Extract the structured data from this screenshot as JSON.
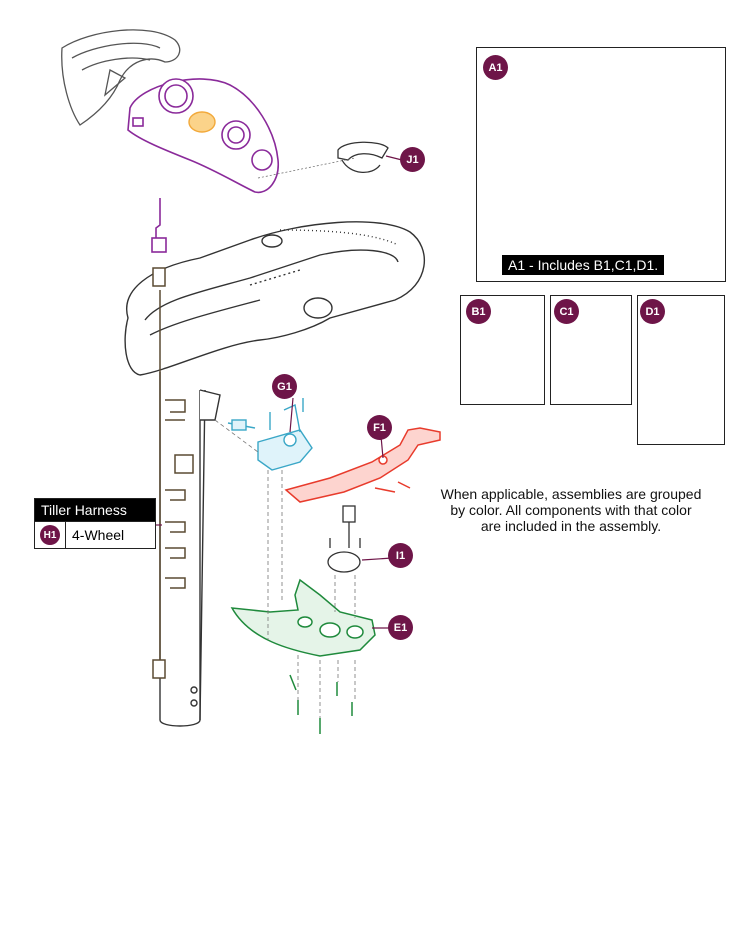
{
  "callouts": {
    "a1": "A1",
    "b1": "B1",
    "c1": "C1",
    "d1": "D1",
    "e1": "E1",
    "f1": "F1",
    "g1": "G1",
    "h1": "H1",
    "i1": "I1",
    "j1": "J1"
  },
  "a1_caption": "A1 - Includes B1,C1,D1.",
  "note_lines": [
    "When applicable, assemblies are grouped",
    "by color. All components with that color",
    "are included in the assembly."
  ],
  "harness_table": {
    "title": "Tiller Harness",
    "rows": [
      {
        "badge": "H1",
        "value": "4-Wheel"
      }
    ]
  },
  "colors": {
    "callout": "#6e1548",
    "console_assembly": "#8a2a9a",
    "knob": "#f2a93b",
    "lever": "#e83b2c",
    "bracket": "#3aa7c7",
    "base_assembly": "#1f8a3c",
    "harness_wire": "#5a4a32",
    "line_art": "#333333"
  }
}
